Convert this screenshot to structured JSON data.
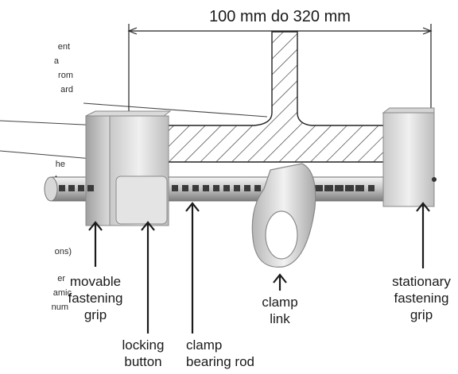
{
  "dimension": {
    "text": "100 mm do 320 mm"
  },
  "left_text": [
    "ent",
    "a",
    "rom",
    "ard",
    "he",
    "t",
    "ons)",
    "er",
    "amic",
    "num"
  ],
  "labels": {
    "movable_grip": [
      "movable",
      "fastening",
      "grip"
    ],
    "locking_button": [
      "locking",
      "button"
    ],
    "clamp_rod": [
      "clamp",
      "bearing rod"
    ],
    "clamp_link": [
      "clamp",
      "link"
    ],
    "stationary_grip": [
      "stationary",
      "fastening",
      "grip"
    ]
  },
  "colors": {
    "metal_light": "#e6e6e6",
    "metal_dark": "#8f8f8f",
    "hatch": "#333333",
    "arrow": "#1a1a1a"
  }
}
